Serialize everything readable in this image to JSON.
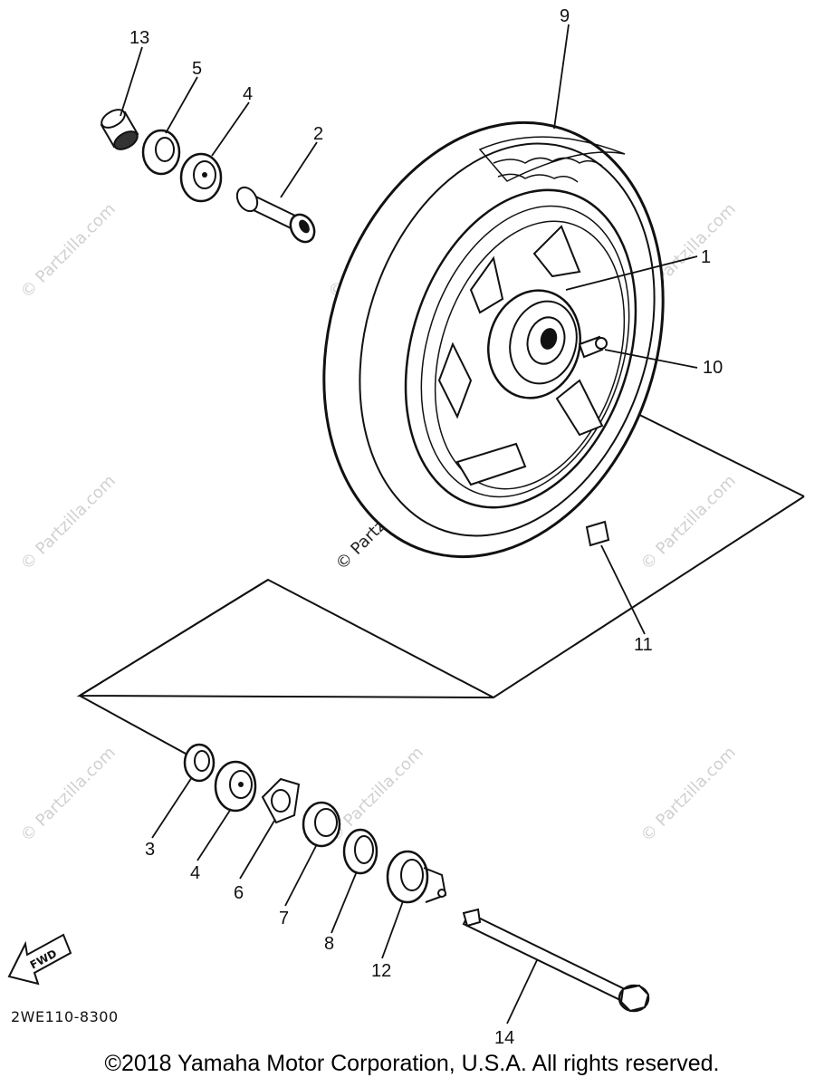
{
  "diagram": {
    "part_numbers": {
      "p1": "1",
      "p2": "2",
      "p3": "3",
      "p4a": "4",
      "p4b": "4",
      "p5": "5",
      "p6": "6",
      "p7": "7",
      "p8": "8",
      "p9": "9",
      "p10": "10",
      "p11": "11",
      "p12": "12",
      "p13": "13",
      "p14": "14"
    },
    "fwd_label": "FWD",
    "diagram_code": "2WE110-8300",
    "watermark": "© Partzilla.com",
    "copyright": "©2018  Yamaha Motor Corporation, U.S.A. All rights reserved."
  }
}
